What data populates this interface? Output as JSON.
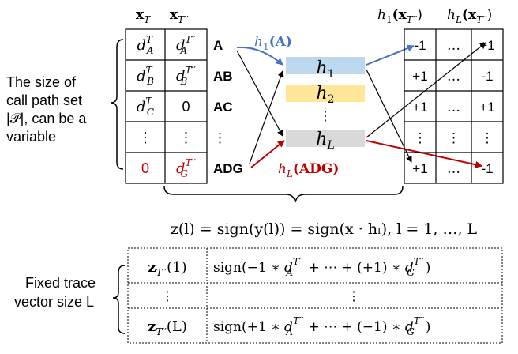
{
  "colors": {
    "blue": "#4472c4",
    "red": "#c00000",
    "h1_fill": "#bdd7ee",
    "h2_fill": "#ffe699",
    "hL_fill": "#d9d9d9",
    "text": "#000000"
  },
  "header": {
    "xT": "x",
    "xT_sub": "T",
    "xT2": "x",
    "xT2_sub": "T′′",
    "h1_prefix": "h",
    "h1_sub": "1",
    "h1_arg": "(x",
    "h1_arg_sub": "T′′",
    "h1_close": ")",
    "hL_prefix": "h",
    "hL_sub": "L",
    "hL_arg": "(x",
    "hL_arg_sub": "T′′",
    "hL_close": ")"
  },
  "left_caption": {
    "lines": [
      "The size of",
      "call path set",
      "|𝒫|, can be a",
      "variable"
    ]
  },
  "input_table": {
    "xT": [
      {
        "base": "d",
        "sup": "T",
        "sub": "A"
      },
      {
        "base": "d",
        "sup": "T",
        "sub": "B"
      },
      {
        "base": "d",
        "sup": "T",
        "sub": "C"
      },
      {
        "plain": "⋮"
      },
      {
        "plain": "0",
        "red": true
      }
    ],
    "xT2": [
      {
        "base": "d",
        "sup": "T′′",
        "sub": "A"
      },
      {
        "base": "d",
        "sup": "T′′",
        "sub": "B"
      },
      {
        "plain": "0"
      },
      {
        "plain": "⋮"
      },
      {
        "base": "d",
        "sup": "T′′",
        "sub": "G",
        "red": true
      }
    ],
    "row_labels": [
      "A",
      "AB",
      "AC",
      "⋮",
      "ADG"
    ]
  },
  "hash": {
    "h1": {
      "base": "h",
      "sub": "1"
    },
    "h2": {
      "base": "h",
      "sub": "2"
    },
    "dots": "⋮",
    "hL": {
      "base": "h",
      "sub": "L"
    },
    "h1_label": {
      "base": "h",
      "sub": "1",
      "arg": "(A)"
    },
    "hL_label": {
      "base": "h",
      "sub": "L",
      "arg": "(ADG)"
    }
  },
  "output_table": {
    "rows": [
      [
        "-1",
        "…",
        "+1"
      ],
      [
        "+1",
        "…",
        "-1"
      ],
      [
        "+1",
        "…",
        "+1"
      ],
      [
        "⋮",
        "⋮",
        "⋮"
      ],
      [
        "+1",
        "…",
        "-1"
      ]
    ]
  },
  "formula": {
    "text": "z(l) = sign(y(l)) = sign(x · hₗ), l = 1, …, L"
  },
  "bottom_caption": {
    "lines": [
      "Fixed trace",
      "vector size L"
    ]
  },
  "result_table": {
    "rows": [
      {
        "label": "z_T′′(1)",
        "lbase": "z",
        "lsub": "T′′",
        "larg": "(1)",
        "expr_a": "sign(−1 ∗ ",
        "expr_b": " + ⋯ + (+1) ∗ ",
        "expr_c": ")"
      },
      {
        "label": "⋮",
        "dots": true,
        "expr": "⋮"
      },
      {
        "label": "z_T′′(L)",
        "lbase": "z",
        "lsub": "T′′",
        "larg": "(L)",
        "expr_a": "sign(+1 ∗ ",
        "expr_b": " + ⋯ + (−1) ∗ ",
        "expr_c": ")"
      }
    ]
  }
}
